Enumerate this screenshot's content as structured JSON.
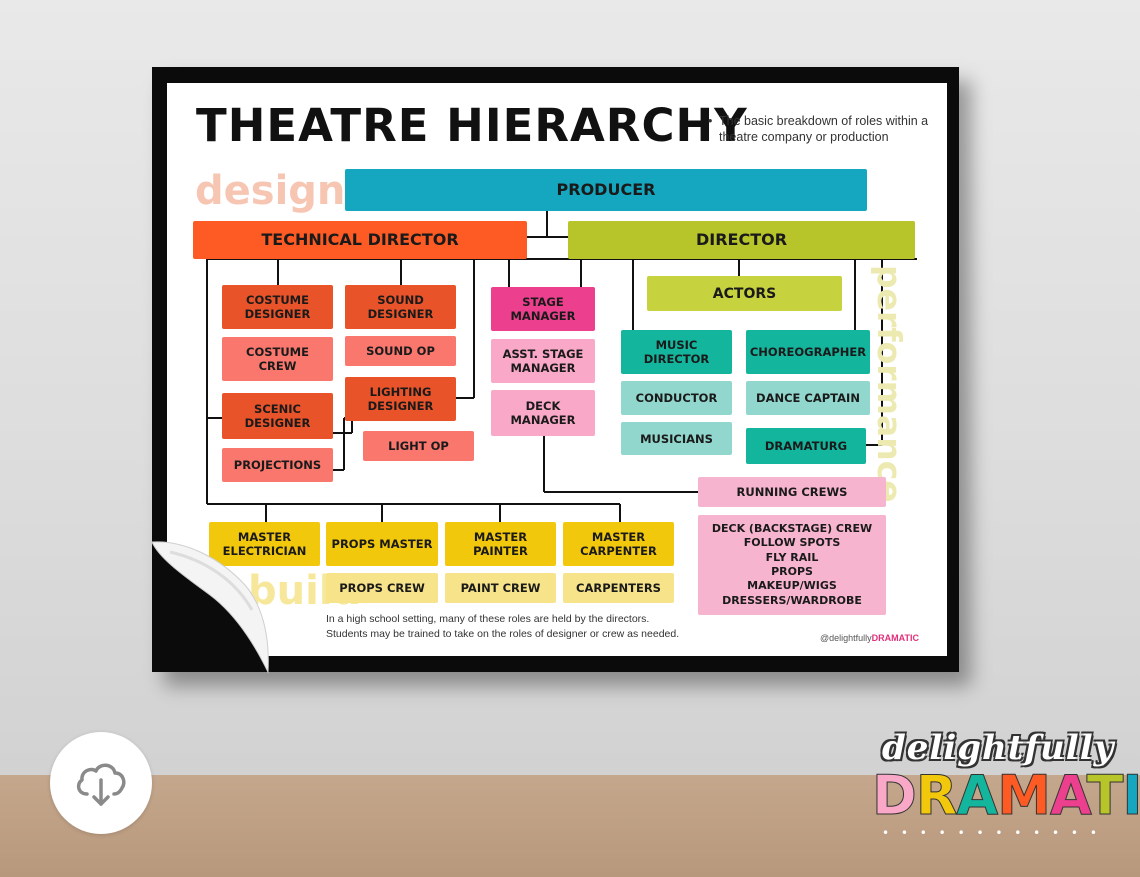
{
  "poster": {
    "title": "THEATRE HIERARCHY",
    "subtitle": "The basic breakdown of roles within a theatre company or production",
    "side_labels": {
      "design": "design",
      "performance": "performance",
      "build": "build"
    },
    "note_line1": "In a high school setting, many of these roles are held by the directors.",
    "note_line2": "Students may be trained to take on the roles of designer or crew as needed.",
    "credit_prefix": "@delightfully",
    "credit_accent": "DRAMATIC"
  },
  "boxes": {
    "producer": "PRODUCER",
    "technical_director": "TECHNICAL DIRECTOR",
    "director": "DIRECTOR",
    "costume_designer": "COSTUME DESIGNER",
    "costume_crew": "COSTUME CREW",
    "sound_designer": "SOUND DESIGNER",
    "sound_op": "SOUND OP",
    "lighting_designer": "LIGHTING DESIGNER",
    "light_op": "LIGHT OP",
    "scenic_designer": "SCENIC DESIGNER",
    "projections": "PROJECTIONS",
    "stage_manager": "STAGE MANAGER",
    "asst_stage_manager": "ASST. STAGE MANAGER",
    "deck_manager": "DECK MANAGER",
    "actors": "ACTORS",
    "music_director": "MUSIC DIRECTOR",
    "conductor": "CONDUCTOR",
    "musicians": "MUSICIANS",
    "choreographer": "CHOREOGRAPHER",
    "dance_captain": "DANCE CAPTAIN",
    "dramaturg": "DRAMATURG",
    "running_crews": "RUNNING CREWS",
    "running_crews_list": [
      "DECK (BACKSTAGE) CREW",
      "FOLLOW SPOTS",
      "FLY RAIL",
      "PROPS",
      "MAKEUP/WIGS",
      "DRESSERS/WARDROBE"
    ],
    "master_electrician": "MASTER ELECTRICIAN",
    "props_master": "PROPS MASTER",
    "props_crew": "PROPS CREW",
    "master_painter": "MASTER PAINTER",
    "paint_crew": "PAINT CREW",
    "master_carpenter": "MASTER CARPENTER",
    "carpenters": "CARPENTERS"
  },
  "colors": {
    "producer": "#14a7bf",
    "technical": "#fe5a24",
    "director": "#b7c42a",
    "designer": "#e9532a",
    "crew": "#f9776d",
    "stage_manager": "#ec3f8d",
    "stage_crew": "#f9a8c7",
    "music_lead": "#13b59d",
    "music_crew": "#91d7cd",
    "build_lead": "#f2c80c",
    "build_crew": "#f6e38a",
    "running": "#f7b4cf"
  },
  "brand": {
    "script": "delightfully",
    "main": "DRAMATIC",
    "dots": "• • • • • • • • • • • •"
  },
  "icons": {
    "download": "cloud-download-icon"
  }
}
